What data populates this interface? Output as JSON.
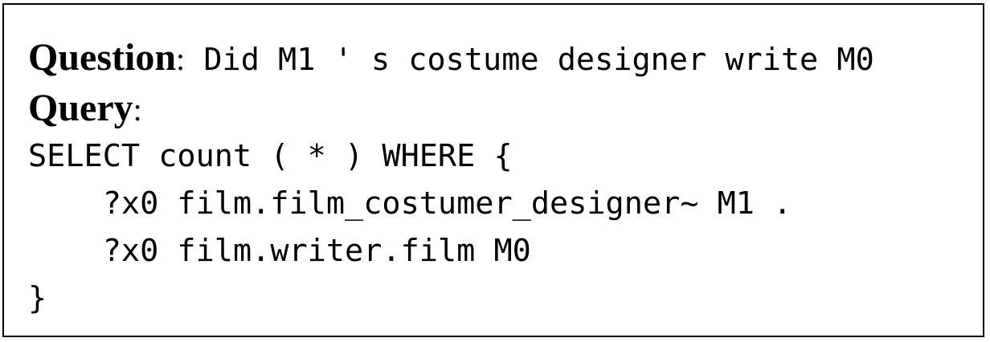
{
  "question": {
    "label": "Question",
    "colon": ":",
    "text": " Did M1 ' s costume designer write M0"
  },
  "query": {
    "label": "Query",
    "colon": ":",
    "lines": [
      "SELECT count ( * ) WHERE {",
      "    ?x0 film.film_costumer_designer~ M1 .",
      "    ?x0 film.writer.film M0",
      "}"
    ]
  }
}
